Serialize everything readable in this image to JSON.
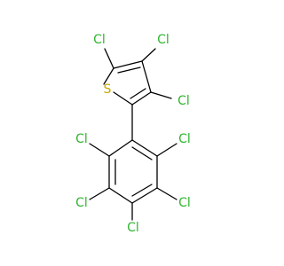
{
  "colors": {
    "chlorine": "#2fb52f",
    "sulfur": "#c8a800",
    "bond": "#000000",
    "background": "#ffffff"
  },
  "labels": {
    "cl_thiophene_c5": "Cl",
    "cl_thiophene_c4": "Cl",
    "cl_thiophene_c3": "Cl",
    "s_thiophene": "S",
    "cl_phenyl_ortho_left": "Cl",
    "cl_phenyl_ortho_right": "Cl",
    "cl_phenyl_meta_left": "Cl",
    "cl_phenyl_meta_right": "Cl",
    "cl_phenyl_para": "Cl"
  }
}
